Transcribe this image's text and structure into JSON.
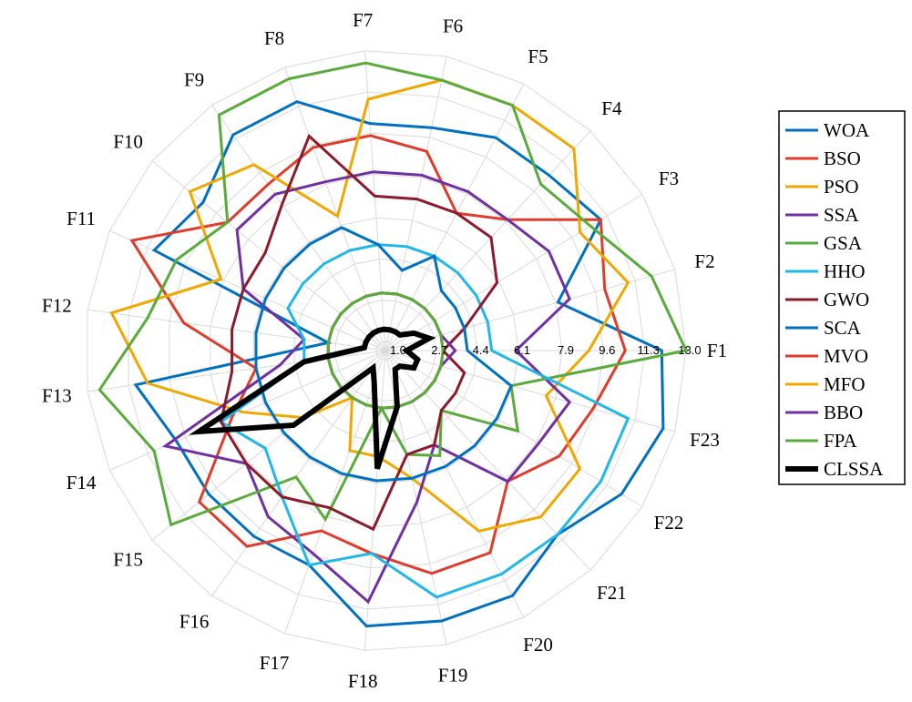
{
  "chart_data": {
    "type": "radar",
    "axes": [
      "F1",
      "F2",
      "F3",
      "F4",
      "F5",
      "F6",
      "F7",
      "F8",
      "F9",
      "F10",
      "F11",
      "F12",
      "F13",
      "F14",
      "F15",
      "F16",
      "F17",
      "F18",
      "F19",
      "F20",
      "F21",
      "F22",
      "F23"
    ],
    "tick_labels": [
      "1.0",
      "2.7",
      "4.4",
      "6.1",
      "7.9",
      "9.6",
      "11.3",
      "13.0"
    ],
    "range": [
      1.0,
      13.0
    ],
    "legend_position": "right",
    "series": [
      {
        "name": "WOA",
        "color": "#0070C0",
        "width": 3,
        "values": [
          12,
          8,
          11,
          10.5,
          10.5,
          10,
          10,
          11.5,
          11.5,
          10.3,
          11,
          3,
          11,
          10,
          10,
          10,
          10,
          12,
          12,
          12,
          11,
          12,
          12.5
        ]
      },
      {
        "name": "BSO",
        "color": "#E03C2C",
        "width": 3,
        "values": [
          10.5,
          10,
          11,
          8,
          7,
          9,
          9.5,
          9.5,
          9,
          9,
          12,
          9,
          6,
          7.5,
          10.5,
          10.5,
          8.5,
          9,
          10,
          10,
          8,
          9,
          9.5
        ]
      },
      {
        "name": "PSO",
        "color": "#F0A800",
        "width": 3,
        "values": [
          9,
          11,
          10,
          12,
          12,
          12,
          11,
          6.5,
          10,
          11,
          8,
          12,
          10.5,
          7,
          5,
          3,
          5,
          5,
          6,
          9,
          10,
          10,
          7.5
        ]
      },
      {
        "name": "SSA",
        "color": "#7030A0",
        "width": 3,
        "values": [
          6,
          8.5,
          8.5,
          8,
          8,
          8,
          8,
          8,
          8.5,
          8.5,
          7,
          4,
          5,
          10.5,
          8,
          9,
          9.5,
          11,
          7,
          5,
          8,
          8,
          8.5
        ]
      },
      {
        "name": "GSA",
        "color": "#5AAA3C",
        "width": 3,
        "values": [
          13,
          12,
          10.5,
          10,
          12,
          12,
          12.5,
          12.5,
          12.5,
          9,
          10,
          10.5,
          12.5,
          11,
          12,
          7,
          8,
          3,
          5,
          5.5,
          4,
          7,
          6
        ]
      },
      {
        "name": "HHO",
        "color": "#1FB8E8",
        "width": 3,
        "values": [
          5,
          5,
          5,
          5,
          5,
          5,
          5,
          5,
          5,
          5,
          5,
          4,
          4,
          8,
          7,
          8,
          10,
          9,
          11,
          11,
          11,
          11,
          11
        ]
      },
      {
        "name": "GWO",
        "color": "#8B1A2B",
        "width": 3,
        "values": [
          3,
          4,
          6,
          7,
          7,
          7,
          7,
          10,
          8,
          7,
          7,
          7,
          7,
          8,
          8,
          8,
          7.5,
          8,
          5,
          5,
          4,
          4,
          4
        ]
      },
      {
        "name": "SCA",
        "color": "#0070C0",
        "width": 3,
        "values": [
          4,
          4,
          4,
          4,
          5,
          4,
          5,
          6,
          6,
          6,
          6,
          6,
          6,
          6,
          6,
          6,
          6,
          6,
          6,
          6,
          6,
          6,
          6
        ]
      },
      {
        "name": "MVO",
        "color": "#E03C2C",
        "width": 3,
        "values": [
          3,
          3,
          3,
          3,
          3,
          3,
          3,
          3,
          3,
          3,
          3,
          3,
          3,
          3,
          3,
          3,
          3,
          3,
          3,
          3,
          3,
          3,
          3
        ]
      },
      {
        "name": "MFO",
        "color": "#F0A800",
        "width": 3,
        "values": [
          3,
          3,
          3,
          3,
          3,
          3,
          3,
          3,
          3,
          3,
          3,
          3,
          3,
          3,
          3,
          3,
          3,
          3,
          3,
          3,
          3,
          3,
          3
        ]
      },
      {
        "name": "BBO",
        "color": "#7030A0",
        "width": 3,
        "values": [
          3.5,
          3,
          3,
          3,
          3,
          3,
          3,
          3,
          3,
          3,
          3,
          3,
          3,
          3,
          3,
          3,
          3,
          3,
          3,
          3,
          3,
          3,
          3
        ]
      },
      {
        "name": "FPA",
        "color": "#5AAA3C",
        "width": 3,
        "values": [
          3,
          3,
          3,
          3,
          3,
          3,
          3,
          3,
          3,
          3,
          3,
          3,
          3,
          3,
          3,
          3,
          3,
          3,
          3,
          3,
          3,
          3,
          3
        ]
      },
      {
        "name": "CLSSA",
        "color": "#000000",
        "width": 6,
        "values": [
          1.5,
          2.5,
          2,
          1.5,
          1.5,
          1.5,
          1.5,
          1.5,
          1.5,
          1.5,
          1.5,
          1.5,
          4,
          9,
          5.5,
          1.5,
          2,
          5.5,
          3,
          1.5,
          1.5,
          2,
          2
        ]
      }
    ]
  }
}
